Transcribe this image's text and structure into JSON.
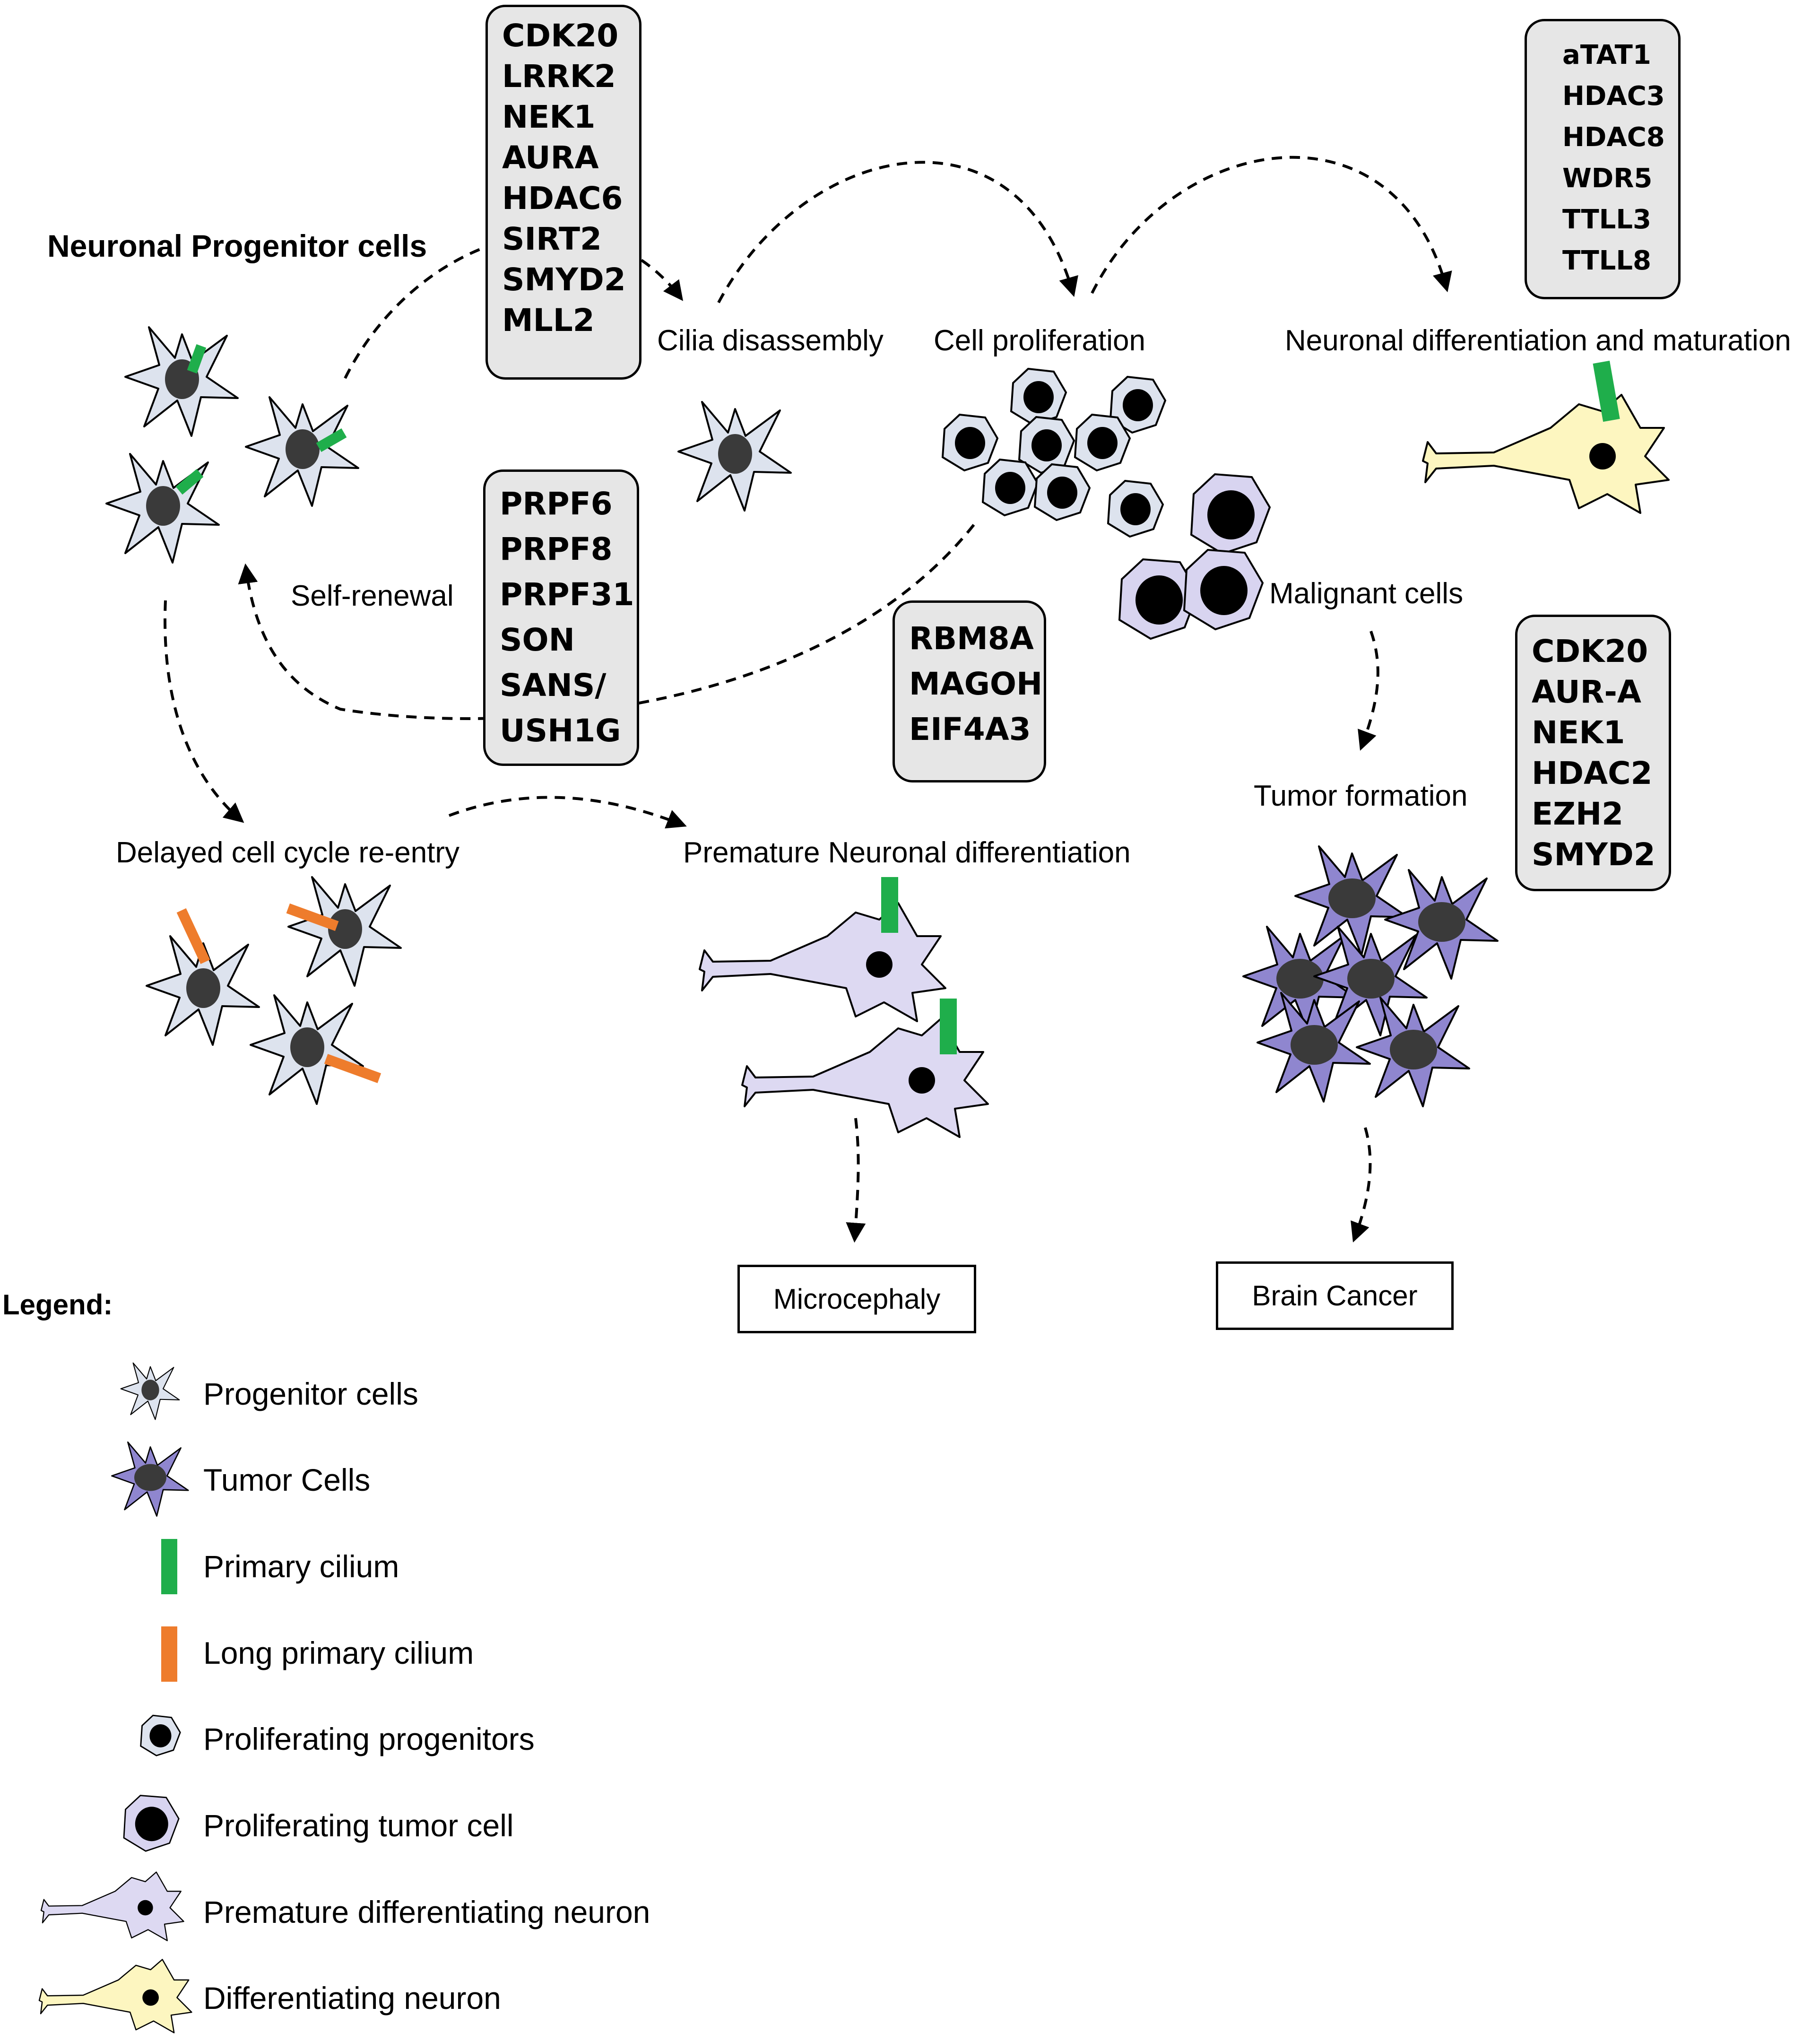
{
  "title": "Neuronal Progenitor cells",
  "labels": {
    "self_renewal": "Self-renewal",
    "cilia_disassembly": "Cilia disassembly",
    "cell_proliferation": "Cell proliferation",
    "neuronal_differentiation": "Neuronal differentiation and maturation",
    "malignant_cells": "Malignant cells",
    "tumor_formation": "Tumor formation",
    "delayed_reentry": "Delayed cell cycle re-entry",
    "premature_differentiation": "Premature Neuronal differentiation"
  },
  "gene_boxes": {
    "cilia": [
      "CDK20",
      "LRRK2",
      "NEK1",
      "AURA",
      "HDAC6",
      "SIRT2",
      "SMYD2",
      "MLL2"
    ],
    "splicing": [
      "PRPF6",
      "PRPF8",
      "PRPF31",
      "SON",
      "SANS/",
      "USH1G"
    ],
    "ejc": [
      "RBM8A",
      "MAGOH",
      "EIF4A3"
    ],
    "maturation": [
      "aTAT1",
      "HDAC3",
      "HDAC8",
      "WDR5",
      "TTLL3",
      "TTLL8"
    ],
    "tumor": [
      "CDK20",
      "AUR-A",
      "NEK1",
      "HDAC2",
      "EZH2",
      "SMYD2"
    ]
  },
  "outcomes": {
    "microcephaly": "Microcephaly",
    "brain_cancer": "Brain Cancer"
  },
  "legend": {
    "title": "Legend:",
    "items": [
      "Progenitor cells",
      "Tumor Cells",
      "Primary cilium",
      "Long primary cilium",
      "Proliferating progenitors",
      "Proliferating tumor cell",
      "Premature differentiating neuron",
      "Differentiating neuron"
    ]
  },
  "colors": {
    "progenitor_fill": "#dde3ee",
    "tumor_fill": "#8f86cf",
    "premature_fill": "#ddd9f2",
    "differentiating_fill": "#fdf6c0",
    "proliferating_tumor_fill": "#d8d4f0",
    "primary_cilium": "#1fae4b",
    "long_cilium": "#ee7c2c",
    "nucleus": "#3a3a3a",
    "gene_box": "#e6e6e6"
  }
}
